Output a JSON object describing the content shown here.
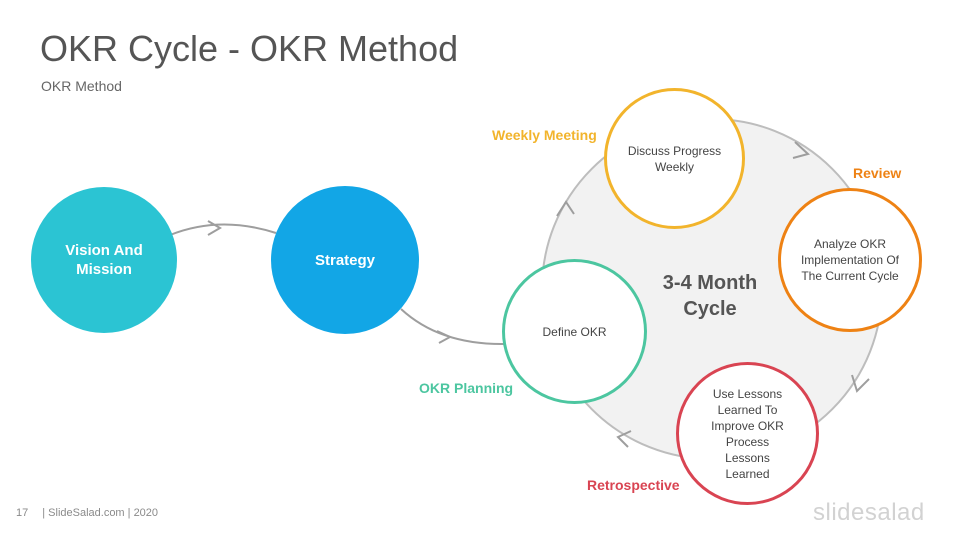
{
  "header": {
    "title": "OKR Cycle - OKR Method",
    "subtitle": "OKR Method"
  },
  "diagram": {
    "vision": {
      "label": "Vision And Mission",
      "color": "#2bc4d3"
    },
    "strategy": {
      "label": "Strategy",
      "color": "#12a6e6"
    },
    "center": "3-4 Month Cycle",
    "define": {
      "text": "Define OKR",
      "tag": "OKR Planning",
      "color": "#4cc6a0"
    },
    "discuss": {
      "text": "Discuss Progress  Weekly",
      "tag": "Weekly Meeting",
      "color": "#f2b42c"
    },
    "analyze": {
      "text": "Analyze OKR Implementation Of The Current Cycle",
      "tag": "Review",
      "color": "#ee8214"
    },
    "lessons": {
      "text": "Use Lessons Learned To Improve OKR Process Lessons Learned",
      "tag": "Retrospective",
      "color": "#d94452"
    }
  },
  "footer": {
    "page_number": "17",
    "source": "| SlideSalad.com | 2020",
    "logo": "slidesalad"
  }
}
